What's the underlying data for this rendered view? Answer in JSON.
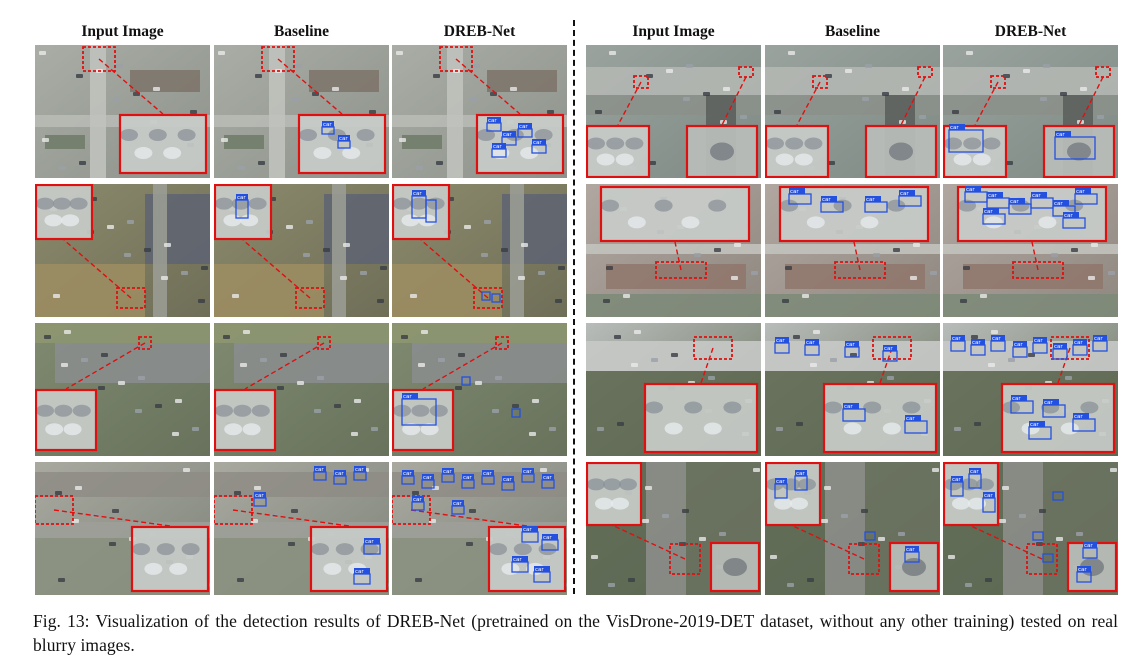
{
  "headers": [
    "Input Image",
    "Baseline",
    "DREB-Net"
  ],
  "detection_label": "car",
  "colors": {
    "zoom_box": "#e01010",
    "detection_box": "#2450e0",
    "divider": "#111111"
  },
  "caption": "Fig. 13: Visualization of the detection results of DREB-Net (pretrained on the VisDrone-2019-DET dataset, without any other training) tested on real blurry images."
}
